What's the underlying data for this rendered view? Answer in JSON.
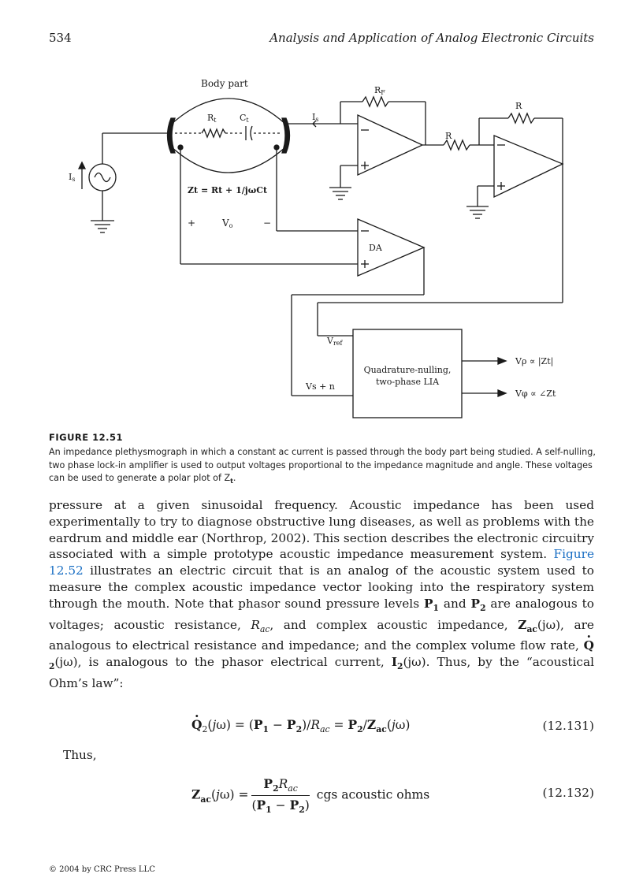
{
  "header": {
    "page_number": "534",
    "book_title": "Analysis and Application of Analog Electronic Circuits"
  },
  "figure": {
    "labels": {
      "body_part": "Body part",
      "rf": "R",
      "rf_sub": "F",
      "r1": "R",
      "r2": "R",
      "rt": "R",
      "rt_sub": "t",
      "ct": "C",
      "ct_sub": "t",
      "is_left": "I",
      "is_left_sub": "s",
      "is_mid": "I",
      "is_mid_sub": "s",
      "zt_eq": "Zt = Rt + 1/jωCt",
      "plus": "+",
      "vo": "V",
      "vo_sub": "o",
      "minus": "−",
      "da": "DA",
      "vref": "V",
      "vref_sub": "ref",
      "vs_n": "Vs + n",
      "lia_line1": "Quadrature-nulling,",
      "lia_line2": "two-phase LIA",
      "vp_out": "Vρ ∝ |Zt|",
      "vphi_out": "Vφ ∝ ∠Zt"
    }
  },
  "caption": {
    "label": "FIGURE 12.51",
    "text": "An impedance plethysmograph in which a constant ac current is passed through the body part being studied. A self-nulling, two phase lock-in amplifier is used to output voltages proportional to the impedance magnitude and angle. These voltages can be used to generate a polar plot of Z",
    "text_sub": "t",
    "text_end": "."
  },
  "body": {
    "p1": "pressure at a given sinusoidal frequency. Acoustic impedance has been used experimentally to try to diagnose obstructive lung diseases, as well as problems with the eardrum and middle ear (Northrop, 2002). This section describes the electronic circuitry associated with a simple prototype acoustic impedance measurement system. ",
    "link": "Figure 12.52",
    "p2": " illustrates an electric circuit that is an analog of the acoustic system used to measure the complex acoustic impedance vector looking into the respiratory system through the mouth. Note that phasor sound pressure levels ",
    "p1_sym": "P",
    "p1_sub": "1",
    "and": " and ",
    "p2_sym": "P",
    "p2_sub": "2",
    "p3": " are analogous to voltages; acoustic resistance, ",
    "rac": "R",
    "rac_sub": "ac",
    "p4": ", and complex acoustic impedance, ",
    "zac": "Z",
    "zac_sub": "ac",
    "p5": "(jω), are analogous to electrical resistance and impedance; and the complex volume flow rate, ",
    "q2": "Q",
    "q2_sub": "2",
    "p6": "(jω), is analogous to the phasor electrical current, ",
    "i2": "I",
    "i2_sub": "2",
    "p7": "(jω). Thus, by the “acoustical Ohm’s law”:"
  },
  "eq131": {
    "number": "(12.131)"
  },
  "thus": "Thus,",
  "eq132": {
    "tail": "cgs acoustic ohms",
    "number": "(12.132)"
  },
  "footer": {
    "copyright": "© 2004 by CRC Press LLC"
  }
}
